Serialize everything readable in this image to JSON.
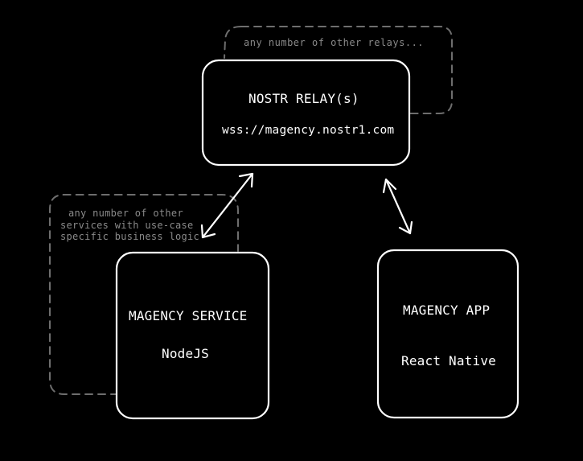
{
  "relay": {
    "title": "NOSTR RELAY(s)",
    "url": "wss://magency.nostr1.com",
    "others_note": "any number of other relays..."
  },
  "service": {
    "title": "MAGENCY SERVICE",
    "tech": "NodeJS",
    "others_note_lines": [
      "any number of other",
      "services with use-case",
      "specific business logic"
    ]
  },
  "app": {
    "title": "MAGENCY APP",
    "tech": "React Native"
  },
  "colors": {
    "background": "#000000",
    "box_stroke": "#ffffff",
    "ghost_stroke": "#6e6e6e",
    "ghost_text": "#8a8a8a"
  }
}
